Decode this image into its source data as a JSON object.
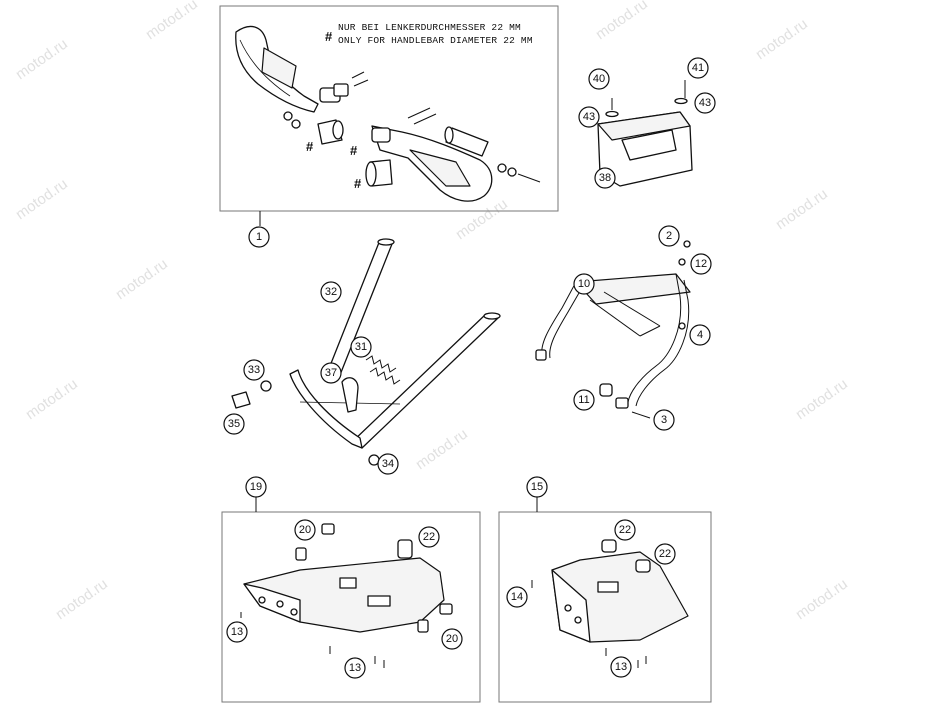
{
  "watermark": "motod.ru",
  "note": {
    "line_de": "NUR BEI LENKERDURCHMESSER 22 MM",
    "line_en": "ONLY FOR HANDLEBAR DIAMETER 22 MM",
    "symbol": "#"
  },
  "callouts": {
    "c1": "1",
    "c2": "2",
    "c3": "3",
    "c4": "4",
    "c10": "10",
    "c11": "11",
    "c12": "12",
    "c13a": "13",
    "c13b": "13",
    "c13c": "13",
    "c14": "14",
    "c15": "15",
    "c19": "19",
    "c20a": "20",
    "c20b": "20",
    "c22a": "22",
    "c22b": "22",
    "c22c": "22",
    "c31": "31",
    "c32": "32",
    "c33": "33",
    "c34": "34",
    "c35": "35",
    "c37": "37",
    "c38": "38",
    "c40": "40",
    "c41": "41",
    "c43a": "43",
    "c43b": "43"
  }
}
